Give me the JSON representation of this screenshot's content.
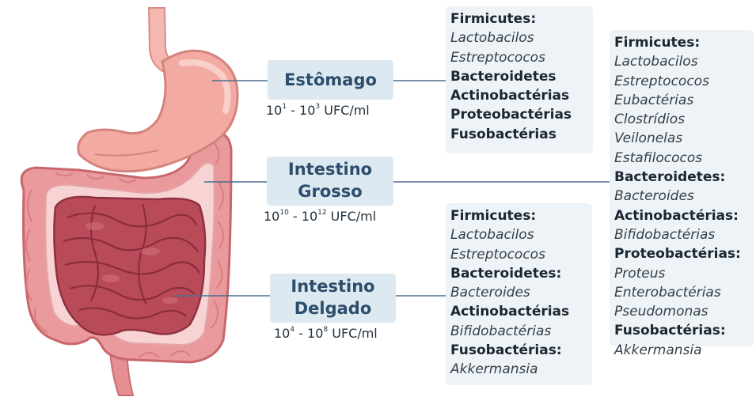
{
  "stomach": {
    "label": "Estômago",
    "count": {
      "low_base": "10",
      "low_exp": "1",
      "sep": " - ",
      "high_base": "10",
      "high_exp": "3",
      "unit": " UFC/ml"
    },
    "bacteria": [
      {
        "text": "Firmicutes:",
        "style": "b"
      },
      {
        "text": "Lactobacilos",
        "style": "i"
      },
      {
        "text": "Estreptococos",
        "style": "i"
      },
      {
        "text": "Bacteroidetes",
        "style": "b"
      },
      {
        "text": "Actinobactérias",
        "style": "b"
      },
      {
        "text": "Proteobactérias",
        "style": "b"
      },
      {
        "text": "Fusobactérias",
        "style": "b"
      }
    ]
  },
  "large_intestine": {
    "label_line1": "Intestino",
    "label_line2": "Grosso",
    "count": {
      "low_base": "10",
      "low_exp": "10",
      "sep": " - ",
      "high_base": "10",
      "high_exp": "12",
      "unit": " UFC/ml"
    },
    "bacteria": [
      {
        "text": "Firmicutes:",
        "style": "b"
      },
      {
        "text": "Lactobacilos",
        "style": "i"
      },
      {
        "text": "Estreptococos",
        "style": "i"
      },
      {
        "text": "Eubactérias",
        "style": "i"
      },
      {
        "text": "Clostrídios",
        "style": "i"
      },
      {
        "text": "Veilonelas",
        "style": "i"
      },
      {
        "text": "Estafilococos",
        "style": "i"
      },
      {
        "text": "Bacteroidetes:",
        "style": "b"
      },
      {
        "text": "Bacteroides",
        "style": "i"
      },
      {
        "text": "Actinobactérias:",
        "style": "b"
      },
      {
        "text": "Bifidobactérias",
        "style": "i"
      },
      {
        "text": "Proteobactérias:",
        "style": "b"
      },
      {
        "text": "Proteus",
        "style": "i"
      },
      {
        "text": "Enterobactérias",
        "style": "i"
      },
      {
        "text": "Pseudomonas",
        "style": "i"
      },
      {
        "text": "Fusobactérias:",
        "style": "b"
      },
      {
        "text": "Akkermansia",
        "style": "i"
      }
    ]
  },
  "small_intestine": {
    "label_line1": "Intestino",
    "label_line2": "Delgado",
    "count": {
      "low_base": "10",
      "low_exp": "4",
      "sep": " - ",
      "high_base": "10",
      "high_exp": "8",
      "unit": " UFC/ml"
    },
    "bacteria": [
      {
        "text": "Firmicutes:",
        "style": "b"
      },
      {
        "text": "Lactobacilos",
        "style": "i"
      },
      {
        "text": "Estreptococos",
        "style": "i"
      },
      {
        "text": "Bacteroidetes:",
        "style": "b"
      },
      {
        "text": "Bacteroides",
        "style": "i"
      },
      {
        "text": "Actinobactérias",
        "style": "b"
      },
      {
        "text": "Bifidobactérias",
        "style": "i"
      },
      {
        "text": "Fusobactérias:",
        "style": "b"
      },
      {
        "text": "Akkermansia",
        "style": "i"
      }
    ]
  },
  "colors": {
    "label_bg": "#dde9f1",
    "label_text": "#2c4d6b",
    "box_bg": "#eef3f7",
    "connector": "#4a6f8e",
    "colon_outer": "#e8868a",
    "colon_dark": "#c45a60",
    "small_intestine": "#b84a58",
    "stomach": "#f2aaa2"
  }
}
